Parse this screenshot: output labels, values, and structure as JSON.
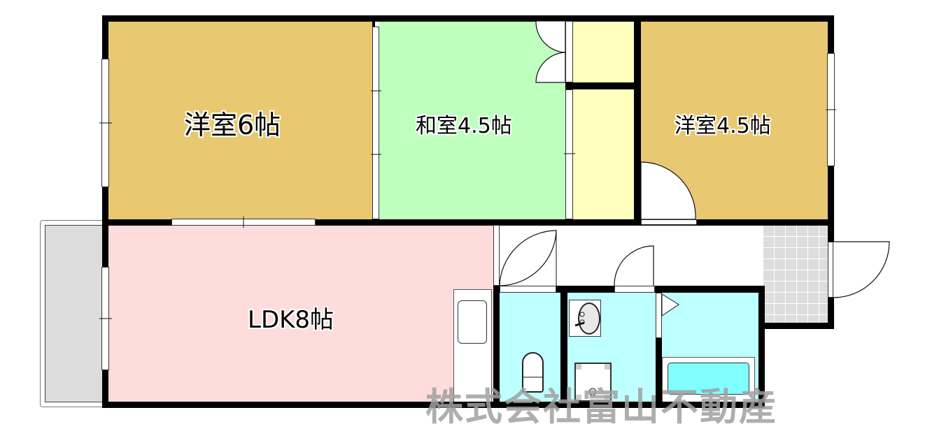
{
  "floor_plan": {
    "layout": "3LDK",
    "rooms": [
      {
        "id": "western-room-6",
        "label": "洋室6帖",
        "type": "Western room",
        "size_jo": 6,
        "color": "#E8C870"
      },
      {
        "id": "japanese-room-4-5",
        "label": "和室4.5帖",
        "type": "Japanese room",
        "size_jo": 4.5,
        "color": "#BEFFBE"
      },
      {
        "id": "western-room-4-5",
        "label": "洋室4.5帖",
        "type": "Western room",
        "size_jo": 4.5,
        "color": "#E8C870"
      },
      {
        "id": "ldk-8",
        "label": "LDK8帖",
        "type": "Living Dining Kitchen",
        "size_jo": 8,
        "color": "#FFDCDC"
      }
    ],
    "storage": [
      {
        "id": "closet-upper",
        "color": "#FFFFBE"
      },
      {
        "id": "closet-lower",
        "color": "#FFFFBE"
      }
    ],
    "wet_areas": [
      {
        "id": "toilet",
        "color": "#BEFFFF"
      },
      {
        "id": "washroom",
        "color": "#BEFFFF"
      },
      {
        "id": "bathroom",
        "color": "#BEFFFF",
        "tub_color": "#80FFFF"
      }
    ],
    "other_areas": [
      {
        "id": "balcony",
        "color": "#DDDDDD"
      },
      {
        "id": "entrance",
        "color": "#DDDDDD"
      },
      {
        "id": "hallway",
        "color": "#FFFFFF"
      }
    ],
    "colors": {
      "wall": "#000000",
      "background": "#FFFFFF"
    }
  },
  "watermark": {
    "text": "株式会社富山不動産"
  }
}
